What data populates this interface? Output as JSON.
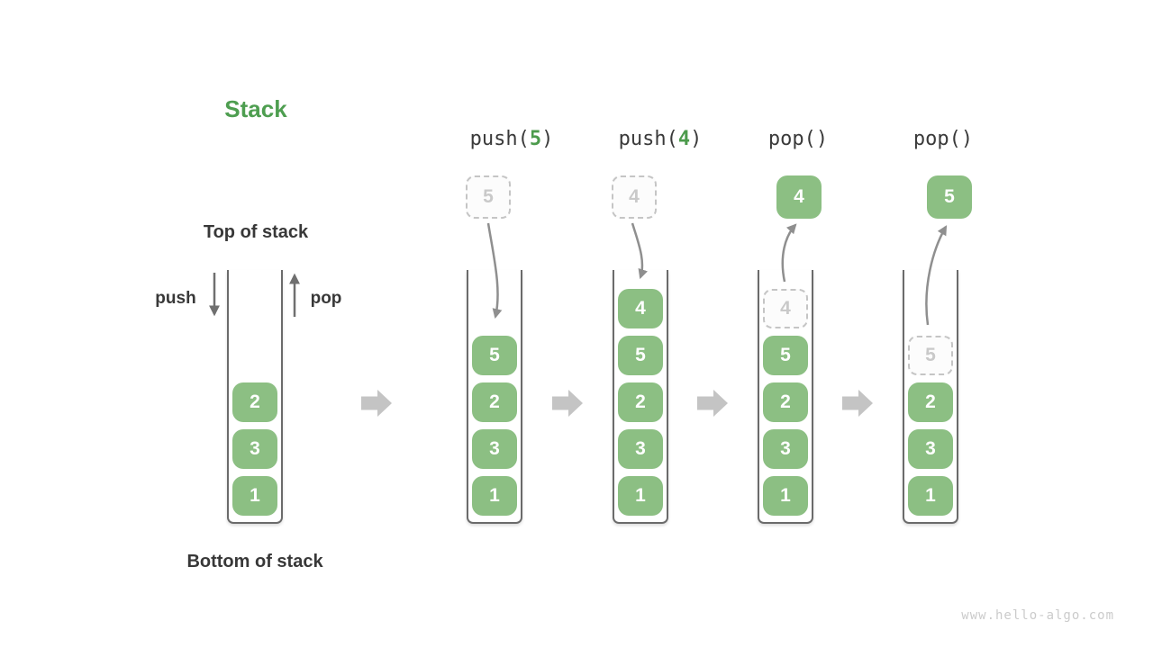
{
  "title": "Stack",
  "labels": {
    "top_of_stack": "Top of stack",
    "bottom_of_stack": "Bottom of stack",
    "push": "push",
    "pop": "pop"
  },
  "watermark": "www.hello-algo.com",
  "colors": {
    "accent_green": "#4e9e50",
    "box_green": "#8cbf83",
    "arg_green": "#4c9b4c",
    "dark_text": "#3a3a3a",
    "arrow_grey": "#8f8f8f",
    "dark_arrow_grey": "#6f6f6f",
    "block_arrow_grey": "#c4c4c4",
    "ghost_grey": "#c9c9c9"
  },
  "columns": [
    {
      "name": "initial",
      "op": null,
      "floating": null,
      "arrow": null,
      "stack": [
        {
          "v": "2",
          "ghost": false
        },
        {
          "v": "3",
          "ghost": false
        },
        {
          "v": "1",
          "ghost": false
        }
      ]
    },
    {
      "name": "push-5",
      "op": {
        "pre": "push(",
        "arg": "5",
        "post": ")"
      },
      "floating": {
        "value": "5",
        "style": "dashed"
      },
      "arrow": "down",
      "stack": [
        {
          "v": "5",
          "ghost": false
        },
        {
          "v": "2",
          "ghost": false
        },
        {
          "v": "3",
          "ghost": false
        },
        {
          "v": "1",
          "ghost": false
        }
      ]
    },
    {
      "name": "push-4",
      "op": {
        "pre": "push(",
        "arg": "4",
        "post": ")"
      },
      "floating": {
        "value": "4",
        "style": "dashed"
      },
      "arrow": "down",
      "stack": [
        {
          "v": "4",
          "ghost": false
        },
        {
          "v": "5",
          "ghost": false
        },
        {
          "v": "2",
          "ghost": false
        },
        {
          "v": "3",
          "ghost": false
        },
        {
          "v": "1",
          "ghost": false
        }
      ]
    },
    {
      "name": "pop-4",
      "op": {
        "pre": "pop()",
        "arg": "",
        "post": ""
      },
      "floating": {
        "value": "4",
        "style": "solid"
      },
      "arrow": "up",
      "stack": [
        {
          "v": "4",
          "ghost": true
        },
        {
          "v": "5",
          "ghost": false
        },
        {
          "v": "2",
          "ghost": false
        },
        {
          "v": "3",
          "ghost": false
        },
        {
          "v": "1",
          "ghost": false
        }
      ]
    },
    {
      "name": "pop-5",
      "op": {
        "pre": "pop()",
        "arg": "",
        "post": ""
      },
      "floating": {
        "value": "5",
        "style": "solid"
      },
      "arrow": "up",
      "stack": [
        {
          "v": "5",
          "ghost": true
        },
        {
          "v": "2",
          "ghost": false
        },
        {
          "v": "3",
          "ghost": false
        },
        {
          "v": "1",
          "ghost": false
        }
      ]
    }
  ]
}
